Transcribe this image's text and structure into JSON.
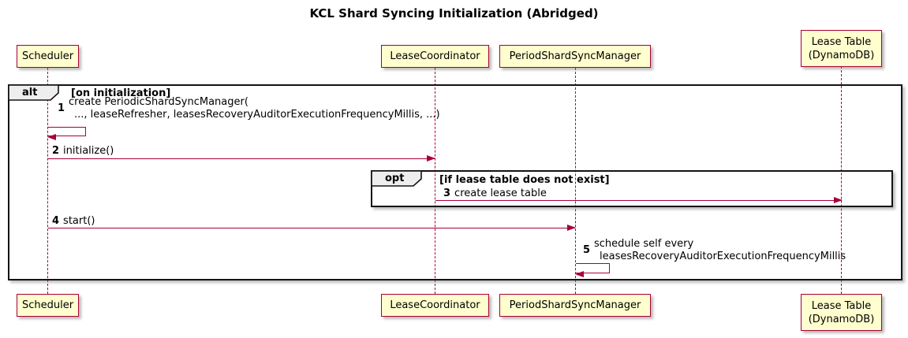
{
  "title": "KCL Shard Syncing Initialization (Abridged)",
  "diagram_type": "sequence",
  "colors": {
    "participant_fill": "#FEFECE",
    "participant_border": "#A80036",
    "arrow": "#A80036",
    "lifeline": "#A80036",
    "frame_border": "#131313",
    "frame_label_fill": "#EEEEEE",
    "background": "#FFFFFF"
  },
  "participants": [
    {
      "label": "Scheduler"
    },
    {
      "label": "LeaseCoordinator"
    },
    {
      "label": "PeriodShardSyncManager"
    },
    {
      "line1": "Lease Table",
      "line2": "(DynamoDB)"
    }
  ],
  "frames": {
    "alt": {
      "operator": "alt",
      "condition": "[on initialization]"
    },
    "opt": {
      "operator": "opt",
      "condition": "[if lease table does not exist]"
    }
  },
  "messages": [
    {
      "num": "1",
      "line1": "create PeriodicShardSyncManager(",
      "line2": "..., leaseRefresher, leasesRecoveryAuditorExecutionFrequencyMillis, ...)",
      "kind": "self",
      "from": "Scheduler",
      "to": "Scheduler"
    },
    {
      "num": "2",
      "text": "initialize()",
      "kind": "arrow",
      "from": "Scheduler",
      "to": "LeaseCoordinator"
    },
    {
      "num": "3",
      "text": "create lease table",
      "kind": "arrow",
      "from": "LeaseCoordinator",
      "to": "Lease Table (DynamoDB)"
    },
    {
      "num": "4",
      "text": "start()",
      "kind": "arrow",
      "from": "Scheduler",
      "to": "PeriodShardSyncManager"
    },
    {
      "num": "5",
      "line1": "schedule self every",
      "line2": "leasesRecoveryAuditorExecutionFrequencyMillis",
      "kind": "self",
      "from": "PeriodShardSyncManager",
      "to": "PeriodShardSyncManager"
    }
  ]
}
